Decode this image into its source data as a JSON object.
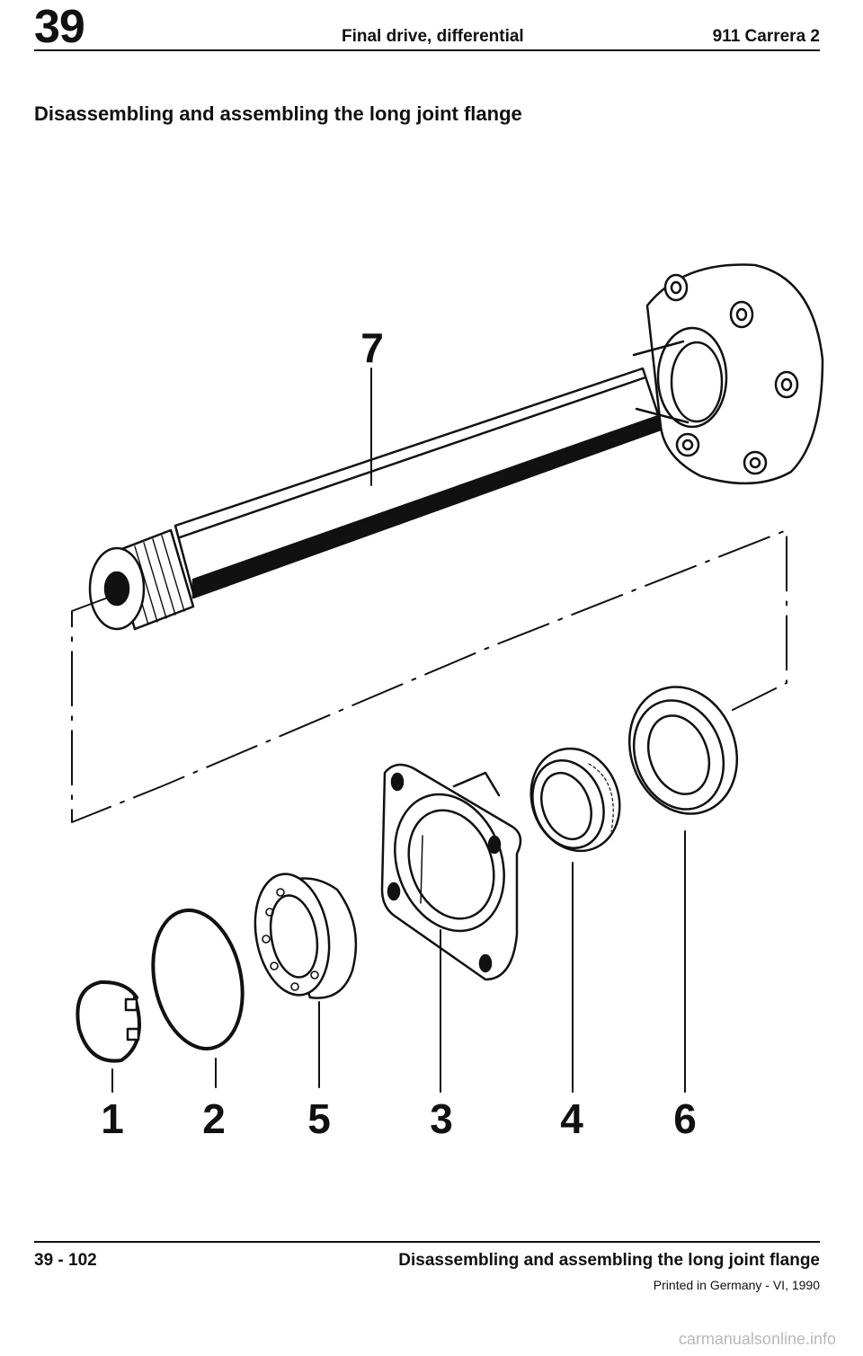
{
  "header": {
    "chapter": "39",
    "section_title": "Final drive, differential",
    "model": "911 Carrera 2"
  },
  "page_title": "Disassembling and assembling the long joint flange",
  "diagram": {
    "callouts": [
      "1",
      "2",
      "5",
      "3",
      "4",
      "6",
      "7"
    ]
  },
  "footer": {
    "page_number": "39 - 102",
    "title": "Disassembling and assembling the long joint flange",
    "printed": "Printed in Germany - VI, 1990"
  },
  "watermark": "carmanualsonline.info"
}
